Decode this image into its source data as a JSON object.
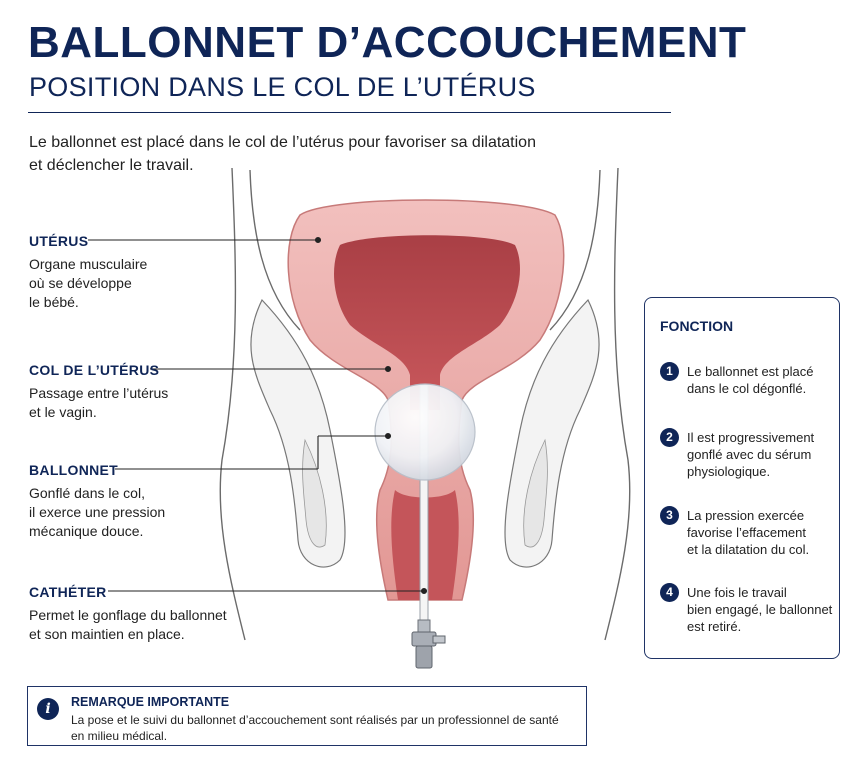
{
  "header": {
    "title": "BALLONNET D’ACCOUCHEMENT",
    "subtitle": "POSITION DANS LE COL DE L’UTÉRUS"
  },
  "intro": "Le ballonnet est placé dans le col de l’utérus pour favoriser sa dilatation\net déclencher le travail.",
  "labels": [
    {
      "title": "UTÉRUS",
      "text": "Organe musculaire\noù se développe\nle bébé."
    },
    {
      "title": "COL DE L’UTÉRUS",
      "text": "Passage entre l’utérus\net le vagin."
    },
    {
      "title": "BALLONNET",
      "text": "Gonflé dans le col,\nil exerce une pression\nmécanique douce."
    },
    {
      "title": "CATHÉTER",
      "text": "Permet le gonflage du ballonnet\net son maintien en place."
    }
  ],
  "fonction": {
    "title": "FONCTION",
    "steps": [
      {
        "num": "1",
        "text": "Le ballonnet est placé\ndans le col dégonflé."
      },
      {
        "num": "2",
        "text": "Il est progressivement\ngonflé avec du sérum\nphysiologique."
      },
      {
        "num": "3",
        "text": "La pression exercée\nfavorise l’effacement\net la dilatation du col."
      },
      {
        "num": "4",
        "text": "Une fois le travail\nbien engagé, le ballonnet\nest retiré."
      }
    ]
  },
  "note": {
    "icon": "info-icon",
    "title": "REMARQUE IMPORTANTE",
    "text": "La pose et le suivi du ballonnet d’accouchement sont réalisés par un professionnel de santé\nen milieu médical."
  },
  "colors": {
    "navy": "#0f2557",
    "uterus_outer": "#e8a3a1",
    "uterus_inner": "#c4555a",
    "balloon": "#eef1f5"
  }
}
